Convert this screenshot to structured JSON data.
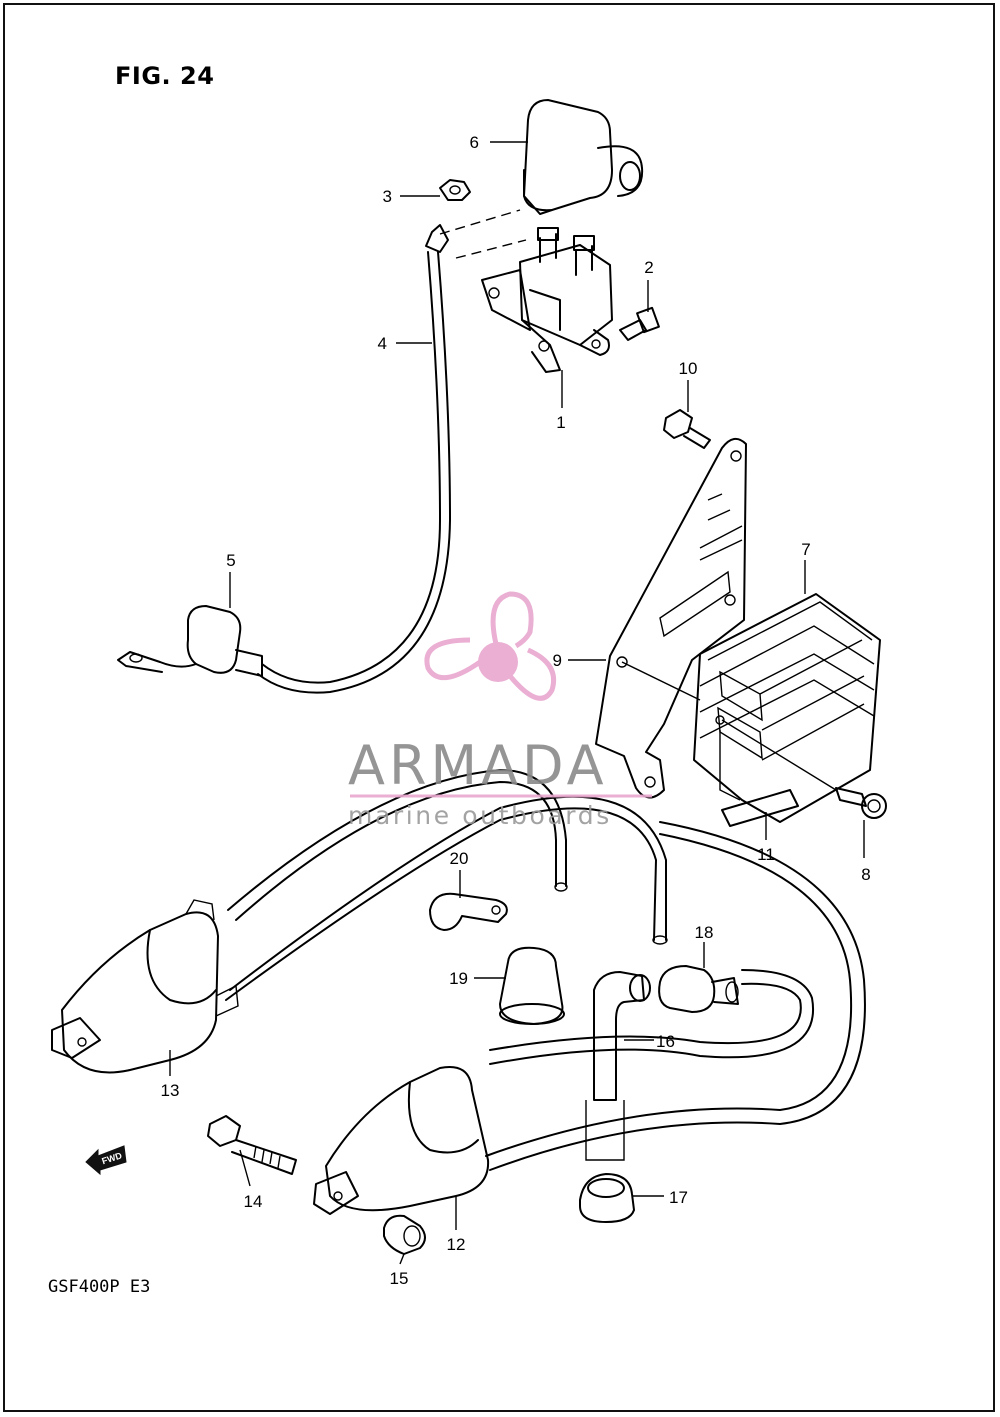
{
  "figure": {
    "title": "FIG. 24",
    "model_code": "GSF400P  E3"
  },
  "watermark": {
    "brand": "ARMADA",
    "tagline": "marine outboards",
    "brand_color": "#e8a7cf"
  },
  "fwd_arrow": {
    "label": "FWD"
  },
  "callouts": {
    "c1": "1",
    "c2": "2",
    "c3": "3",
    "c4": "4",
    "c5": "5",
    "c6": "6",
    "c7": "7",
    "c8": "8",
    "c9": "9",
    "c10": "10",
    "c11": "11",
    "c12": "12",
    "c13": "13",
    "c14": "14",
    "c15": "15",
    "c16": "16",
    "c17": "17",
    "c18": "18",
    "c19": "19",
    "c20": "20"
  }
}
